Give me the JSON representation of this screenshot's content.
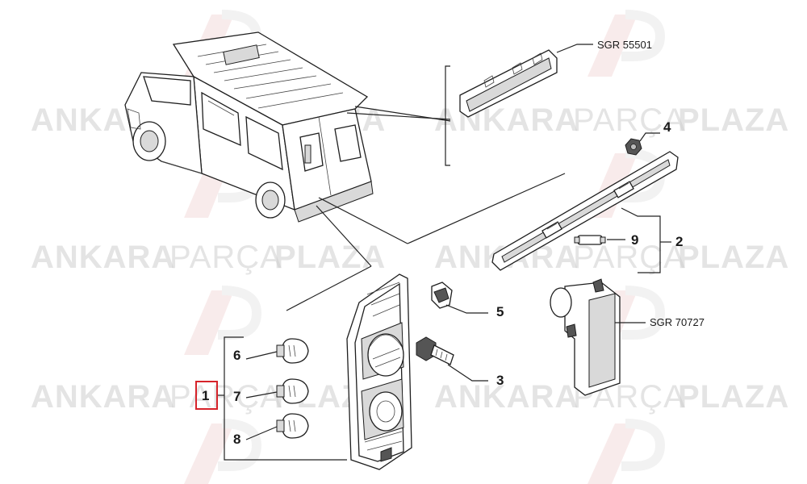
{
  "watermark": {
    "word_bold_1": "ANKARA",
    "word_light": "PARÇA",
    "word_bold_2": "PLAZA",
    "logo_mark": "AP"
  },
  "callouts": {
    "part_1": "1",
    "part_2": "2",
    "part_3": "3",
    "part_4": "4",
    "part_5": "5",
    "part_6": "6",
    "part_7": "7",
    "part_8": "8",
    "part_9": "9"
  },
  "references": {
    "sgr_top": "SGR 55501",
    "sgr_side": "SGR 70727"
  },
  "colors": {
    "highlight_box": "#d6232a",
    "watermark": "#cfcfcf",
    "line": "#222222"
  }
}
